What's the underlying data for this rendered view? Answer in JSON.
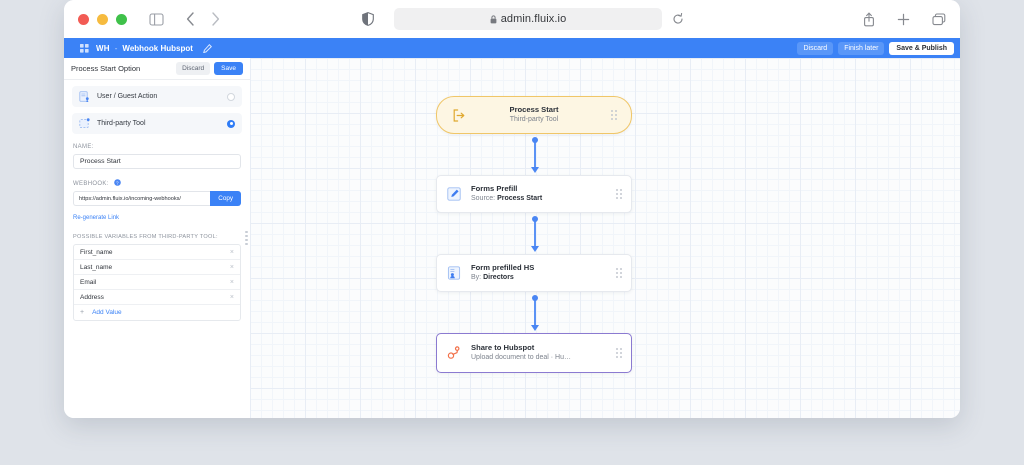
{
  "browser": {
    "url": "admin.fluix.io",
    "lock_icon": "lock-icon",
    "shield_icon": "shield-icon",
    "reload_icon": "reload-icon",
    "back_icon": "chevron-left-icon",
    "forward_icon": "chevron-right-icon",
    "sidebar_icon": "sidebar-toggle-icon",
    "share_icon": "share-icon",
    "newtab_icon": "plus-icon",
    "tabs_icon": "tabs-overview-icon"
  },
  "appbar": {
    "app_icon": "app-grid-icon",
    "crumb_short": "WH",
    "separator": "-",
    "crumb_title": "Webhook Hubspot",
    "edit_icon": "pencil-icon",
    "discard_label": "Discard",
    "finish_later_label": "Finish later",
    "save_publish_label": "Save & Publish",
    "accent": "#3b82f6"
  },
  "panel": {
    "title": "Process Start Option",
    "discard_label": "Discard",
    "save_label": "Save",
    "options": [
      {
        "label": "User / Guest Action",
        "icon": "user-action-icon",
        "selected": false
      },
      {
        "label": "Third-party Tool",
        "icon": "third-party-tool-icon",
        "selected": true
      }
    ],
    "name_label": "NAME:",
    "name_value": "Process Start",
    "webhook_label": "WEBHOOK:",
    "webhook_help_icon": "help-icon",
    "webhook_value": "https://admin.fluix.io/incoming-webhooks/",
    "copy_label": "Copy",
    "regenerate_label": "Re-generate Link",
    "variables_label": "POSSIBLE VARIABLES FROM THIRD-PARTY TOOL:",
    "variables": [
      "First_name",
      "Last_name",
      "Email",
      "Address"
    ],
    "remove_icon": "close-icon",
    "add_value_label": "Add Value",
    "add_icon": "plus-icon"
  },
  "canvas": {
    "resize_grip": "panel-resize-grip",
    "nodes": [
      {
        "title": "Process Start",
        "subtitle": "Third-party Tool",
        "icon": "process-start-icon",
        "style": "pill"
      },
      {
        "title": "Forms Prefill",
        "sub_prefix": "Source:",
        "sub_value": "Process Start",
        "icon": "form-edit-icon",
        "style": "card"
      },
      {
        "title": "Form prefilled HS",
        "sub_prefix": "By:",
        "sub_value": "Directors",
        "icon": "form-user-icon",
        "style": "card"
      },
      {
        "title": "Share to Hubspot",
        "subtitle": "Upload document to deal  ·  Hu…",
        "icon": "hubspot-icon",
        "style": "highlighted"
      }
    ],
    "drag_handle": "node-drag-handle"
  }
}
